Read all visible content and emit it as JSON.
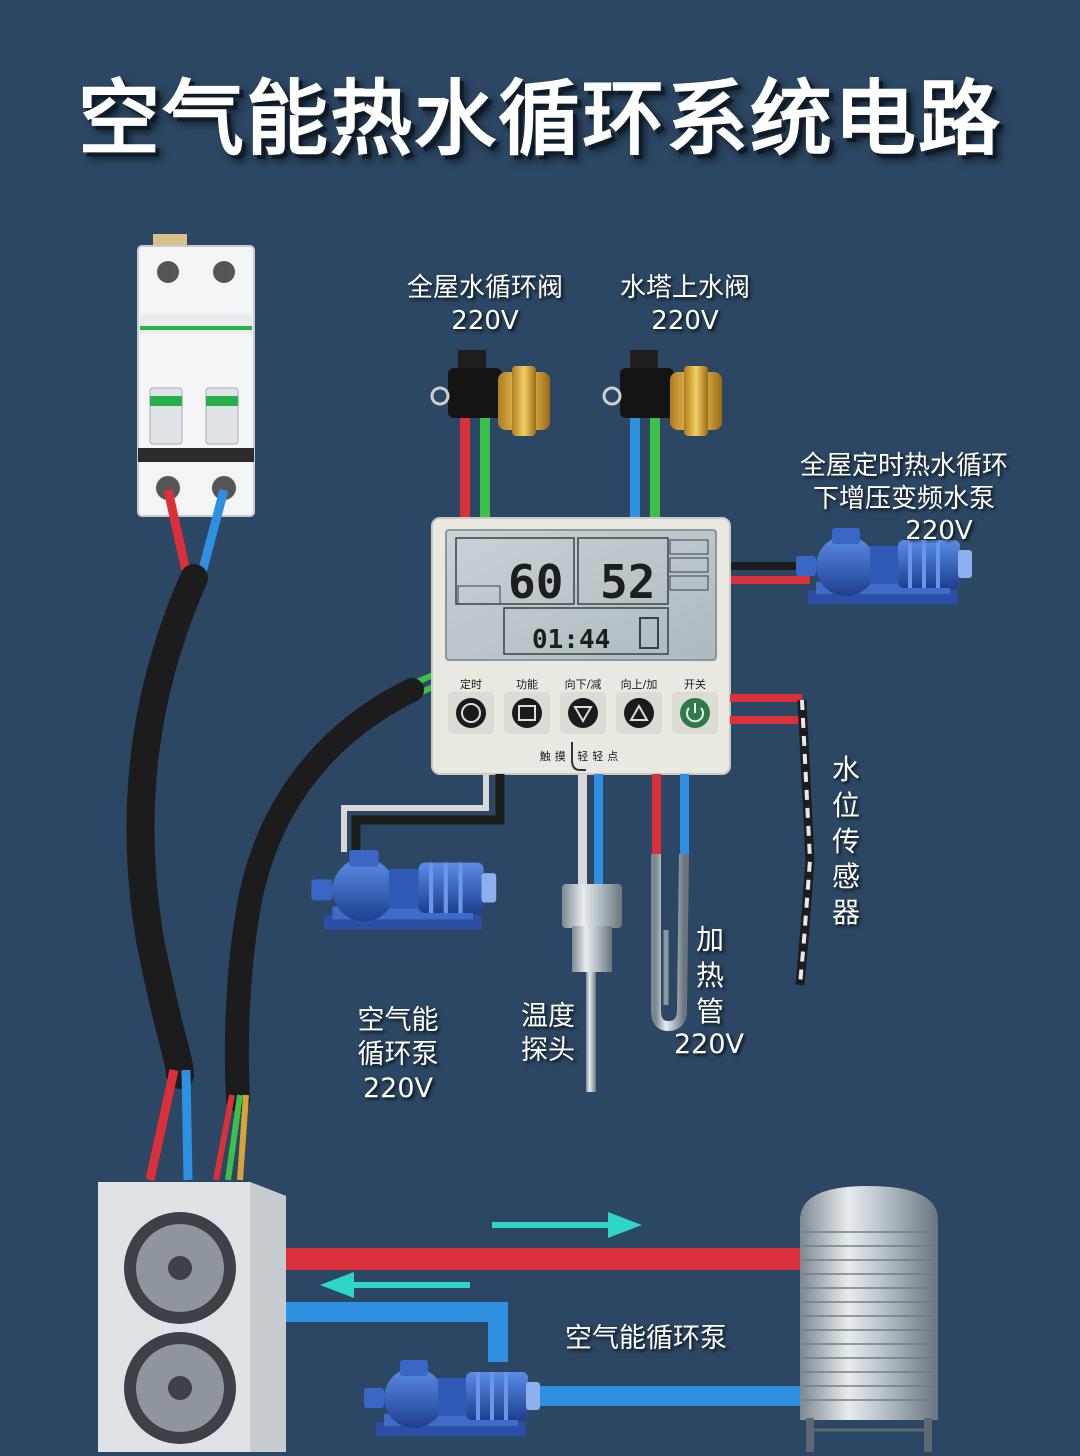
{
  "title": "空气能热水循环系统电路",
  "labels": {
    "valve_left": {
      "name": "全屋水循环阀",
      "voltage": "220V"
    },
    "valve_right": {
      "name": "水塔上水阀",
      "voltage": "220V"
    },
    "booster_pump": {
      "line1": "全屋定时热水循环",
      "line2": "下增压变频水泵",
      "voltage": "220V"
    },
    "water_level_sensor": [
      "水",
      "位",
      "传",
      "感",
      "器"
    ],
    "heater": [
      "加",
      "热",
      "管"
    ],
    "heater_voltage": "220V",
    "temp_probe": [
      "温度",
      "探头"
    ],
    "air_pump": [
      "空气能",
      "循环泵",
      "220V"
    ],
    "bottom_pump": "空气能循环泵"
  },
  "controller": {
    "left_temp": "60",
    "right_temp": "52",
    "clock": "01:44",
    "buttons": [
      "定时",
      "功能",
      "向下/减",
      "向上/加",
      "开关"
    ],
    "footer": "触摸 轻轻点"
  },
  "colors": {
    "background": "#2b4763",
    "wire_red": "#d9303a",
    "wire_blue": "#2f8fe0",
    "wire_green": "#3cc04a",
    "wire_black": "#1c1c1c",
    "pump_blue": "#2c58b8",
    "arrow": "#2fd6c8"
  }
}
